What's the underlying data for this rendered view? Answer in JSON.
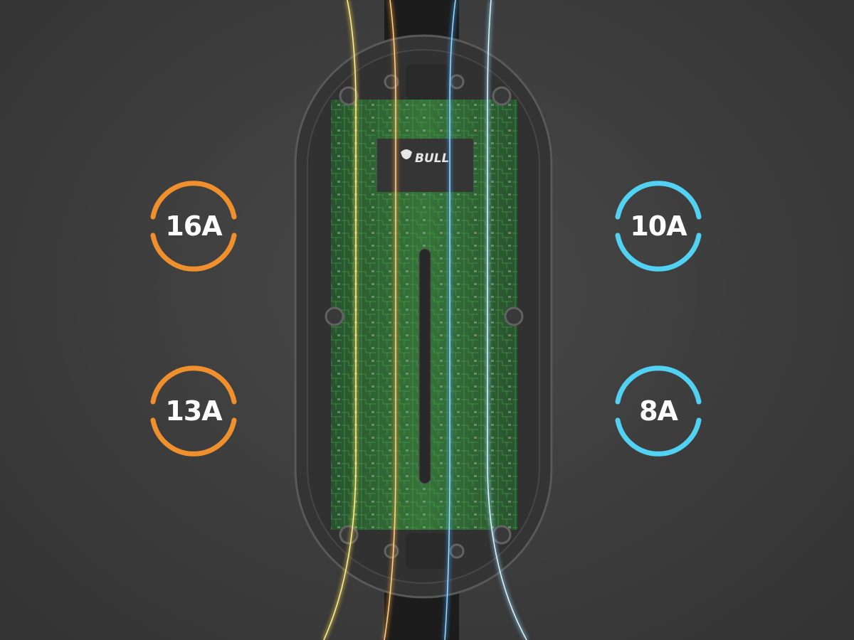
{
  "brand": {
    "logo_text": "BULL"
  },
  "colors": {
    "orange": "#f0902c",
    "cyan": "#52d2f2",
    "background": "#3c3c3c",
    "pcb": "#1f5a2a"
  },
  "ratings_left": [
    {
      "label": "16A"
    },
    {
      "label": "13A"
    }
  ],
  "ratings_right": [
    {
      "label": "10A"
    },
    {
      "label": "8A"
    }
  ]
}
